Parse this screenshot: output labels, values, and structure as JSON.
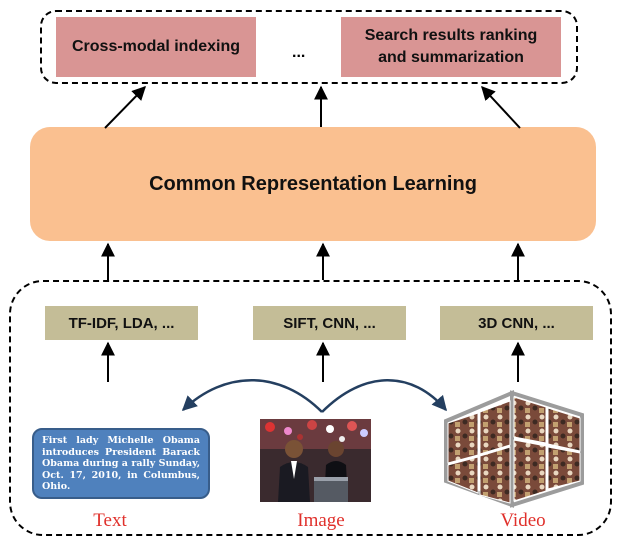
{
  "applications": {
    "left_label": "Cross-modal indexing",
    "ellipsis": "...",
    "right_label": "Search results ranking and summarization"
  },
  "core": {
    "label": "Common Representation Learning"
  },
  "features": {
    "text": "TF-IDF, LDA, ...",
    "image": "SIFT, CNN, ...",
    "video": "3D CNN, ..."
  },
  "text_sample": "First lady Michelle Obama introduces President Barack Obama during a rally Sunday, Oct. 17, 2010, in Columbus, Ohio.",
  "modalities": {
    "text": "Text",
    "image": "Image",
    "video": "Video"
  },
  "colors": {
    "app_box": "#d99594",
    "core_box": "#fac090",
    "feature_box": "#c4bd97",
    "text_card": "#4f81bd",
    "modality_label": "#e0302b",
    "curve_arrow": "#243f60"
  }
}
